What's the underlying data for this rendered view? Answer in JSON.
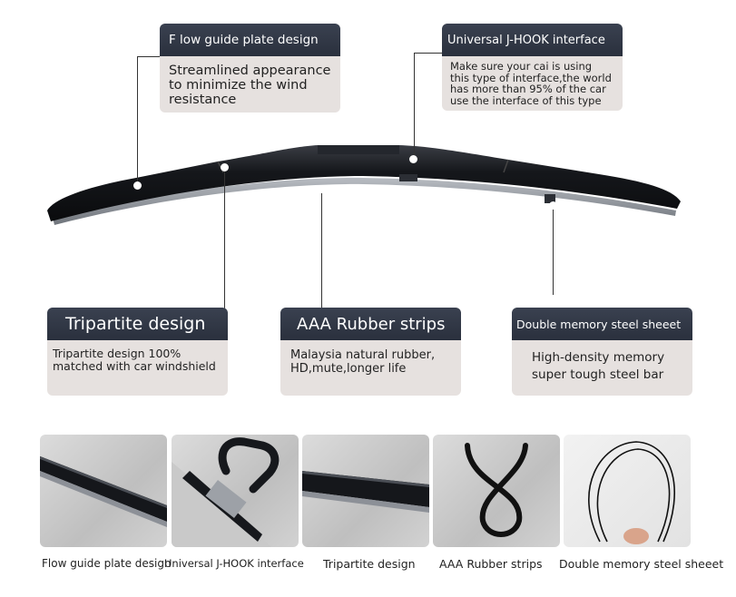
{
  "callouts": {
    "flow_guide": {
      "title": "F low guide plate design",
      "body": "Streamlined appearance\nto minimize the wind\nresistance"
    },
    "jhook": {
      "title": "Universal J-HOOK interface",
      "body": "Make sure your cai is using\nthis type of interface,the world\nhas more than 95% of the car\nuse the interface of this type"
    },
    "tripartite": {
      "title": "Tripartite design",
      "body": "Tripartite design 100%\nmatched with car windshield"
    },
    "rubber": {
      "title": "AAA Rubber strips",
      "body": "Malaysia natural rubber,\nHD,mute,longer life"
    },
    "steel": {
      "title": "Double memory steel sheeet",
      "body": "High-density memory\nsuper tough steel bar"
    }
  },
  "thumbnails": [
    {
      "caption": "Flow guide plate design"
    },
    {
      "caption": "Universal J-HOOK interface"
    },
    {
      "caption": "Tripartite design"
    },
    {
      "caption": "AAA Rubber strips"
    },
    {
      "caption": "Double memory steel sheeet"
    }
  ],
  "colors": {
    "card_header": "#2f3542",
    "card_body": "#e6e1df",
    "blade": "#1a1c20"
  }
}
